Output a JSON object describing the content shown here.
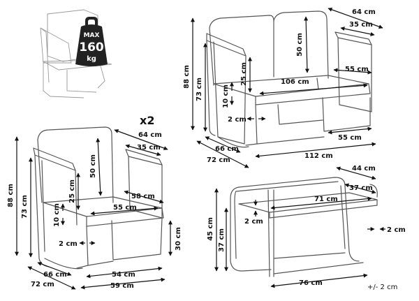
{
  "weight_badge": {
    "line1": "MAX",
    "line2": "160",
    "line3": "kg"
  },
  "quantity": "x2",
  "sofa": {
    "height_total": "88 cm",
    "height_back": "73 cm",
    "depth_top": "64 cm",
    "arm_depth": "35 cm",
    "back_height": "50 cm",
    "armrest_height": "25 cm",
    "seat_depth": "55 cm",
    "seat_width": "106 cm",
    "leg_thickness": "10 cm",
    "frame_tube": "2 cm",
    "inner_base": "55 cm",
    "base_depth_66": "66 cm",
    "base_depth_72": "72 cm",
    "width_total": "112 cm"
  },
  "armchair": {
    "height_total": "88 cm",
    "height_back": "73 cm",
    "depth_top": "64 cm",
    "arm_depth": "35 cm",
    "back_height": "50 cm",
    "armrest_height": "25 cm",
    "seat_depth": "58 cm",
    "seat_width": "55 cm",
    "leg_thickness": "10 cm",
    "frame_tube": "2 cm",
    "seat_height": "30 cm",
    "base_depth_66": "66 cm",
    "base_depth_72": "72 cm",
    "base_width_54": "54 cm",
    "base_width_59": "59 cm"
  },
  "table": {
    "depth_top": "44 cm",
    "inner_depth": "37 cm",
    "inner_width": "71 cm",
    "height_total": "45 cm",
    "height_inner": "37 cm",
    "tube_top": "2 cm",
    "tube_side": "2 cm",
    "width_total": "76 cm"
  },
  "tolerance": "+/- 2 cm"
}
